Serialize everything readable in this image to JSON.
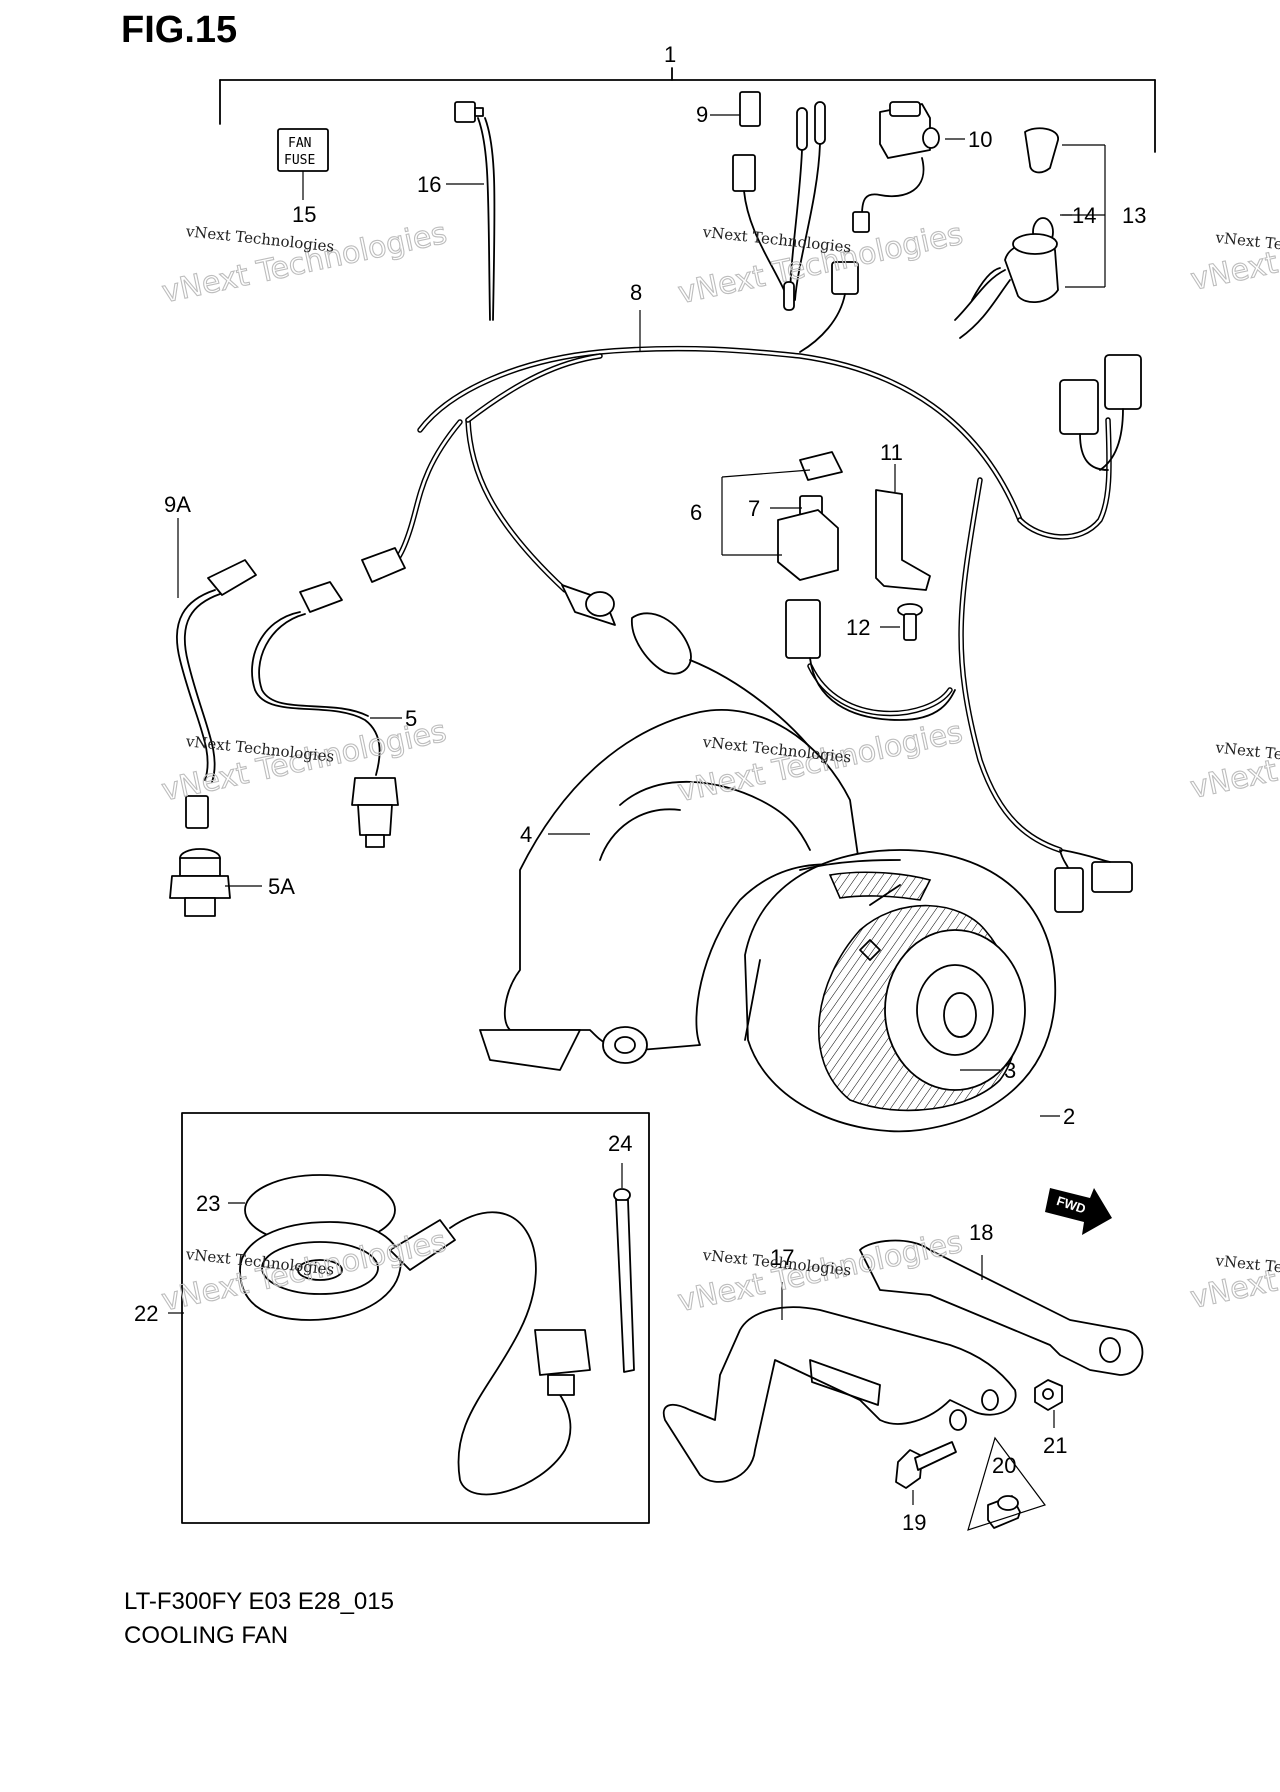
{
  "figure": {
    "title": "FIG.15",
    "model_code": "LT-F300FY E03 E28_015",
    "caption": "COOLING FAN"
  },
  "labels": {
    "p1": "1",
    "p2": "2",
    "p3": "3",
    "p4": "4",
    "p5": "5",
    "p5a": "5A",
    "p6": "6",
    "p7": "7",
    "p8": "8",
    "p9": "9",
    "p9a": "9A",
    "p10": "10",
    "p11": "11",
    "p12": "12",
    "p13": "13",
    "p14": "14",
    "p15": "15",
    "p16": "16",
    "p17": "17",
    "p18": "18",
    "p19": "19",
    "p20": "20",
    "p21": "21",
    "p22": "22",
    "p23": "23",
    "p24": "24"
  },
  "fuse_label": {
    "line1": "FAN",
    "line2": "FUSE"
  },
  "direction_arrow": "FWD",
  "watermark": {
    "line1": "vNext Technologies",
    "line2": "vNext Technologies"
  }
}
